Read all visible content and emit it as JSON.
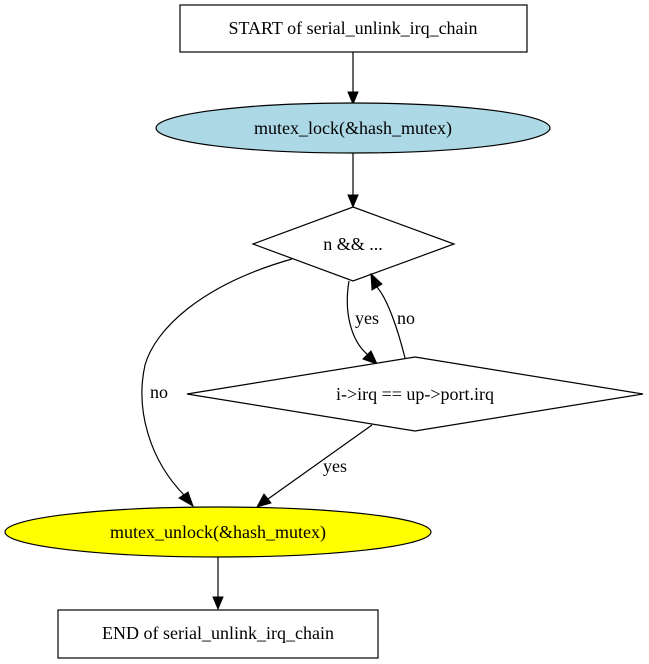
{
  "nodes": {
    "start": {
      "label": "START of serial_unlink_irq_chain",
      "fill": "#ffffff"
    },
    "lock": {
      "label": "mutex_lock(&hash_mutex)",
      "fill": "#add8e6"
    },
    "loop_cond": {
      "label": "n && ...",
      "fill": "#ffffff"
    },
    "irq_cond": {
      "label": "i->irq == up->port.irq",
      "fill": "#ffffff"
    },
    "unlock": {
      "label": "mutex_unlock(&hash_mutex)",
      "fill": "#ffff00"
    },
    "end": {
      "label": "END of serial_unlink_irq_chain",
      "fill": "#ffffff"
    }
  },
  "edges": {
    "loop_yes": "yes",
    "loop_no": "no",
    "irq_no": "no",
    "irq_yes": "yes"
  }
}
